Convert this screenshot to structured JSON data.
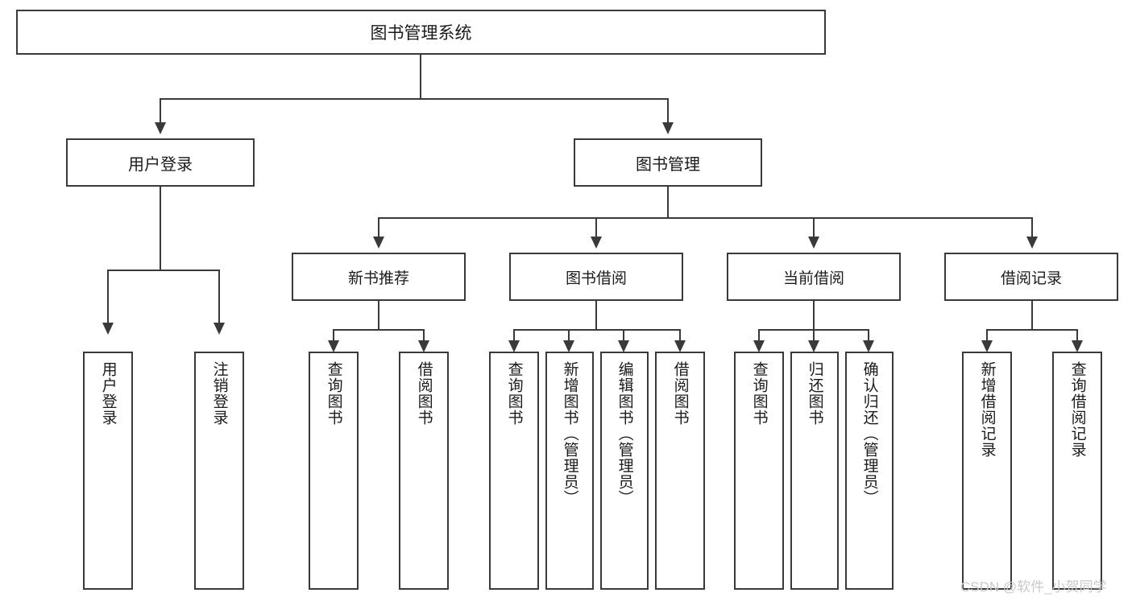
{
  "diagram": {
    "title": "图书管理系统",
    "root": {
      "label": "图书管理系统"
    },
    "level1": [
      {
        "label": "用户登录"
      },
      {
        "label": "图书管理"
      }
    ],
    "level2": [
      {
        "label": "新书推荐"
      },
      {
        "label": "图书借阅"
      },
      {
        "label": "当前借阅"
      },
      {
        "label": "借阅记录"
      }
    ],
    "leaves": {
      "user_login": [
        {
          "label": "用户登录"
        },
        {
          "label": "注销登录"
        }
      ],
      "new_book_recommend": [
        {
          "label": "查询图书"
        },
        {
          "label": "借阅图书"
        }
      ],
      "book_borrow": [
        {
          "label": "查询图书"
        },
        {
          "label": "新增图书（管理员）"
        },
        {
          "label": "编辑图书（管理员）"
        },
        {
          "label": "借阅图书"
        }
      ],
      "current_borrow": [
        {
          "label": "查询图书"
        },
        {
          "label": "归还图书"
        },
        {
          "label": "确认归还（管理员）"
        }
      ],
      "borrow_record": [
        {
          "label": "新增借阅记录"
        },
        {
          "label": "查询借阅记录"
        }
      ]
    }
  },
  "watermark": {
    "text": "CSDN @软件_小贺同学"
  },
  "colors": {
    "stroke": "#3a3a3a",
    "text": "#1b1b1b",
    "background": "#ffffff",
    "watermark": "#c9c9c9"
  }
}
